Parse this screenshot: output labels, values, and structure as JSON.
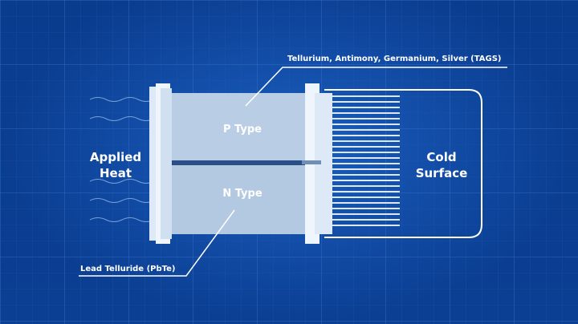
{
  "labels": {
    "applied_heat_line1": "Applied",
    "applied_heat_line2": "Heat",
    "cold_surface_line1": "Cold",
    "cold_surface_line2": "Surface",
    "p_type": "P Type",
    "n_type": "N Type",
    "p_material": "Tellurium, Antimony, Germanium, Silver (TAGS)",
    "n_material": "Lead Telluride (PbTe)"
  },
  "colors": {
    "background": "#0b3f93",
    "grid_line": "#2b63b8",
    "block": "#b9cde4",
    "flange": "#eaf2fb",
    "fins": "#dbe8f6",
    "text": "#ffffff"
  }
}
